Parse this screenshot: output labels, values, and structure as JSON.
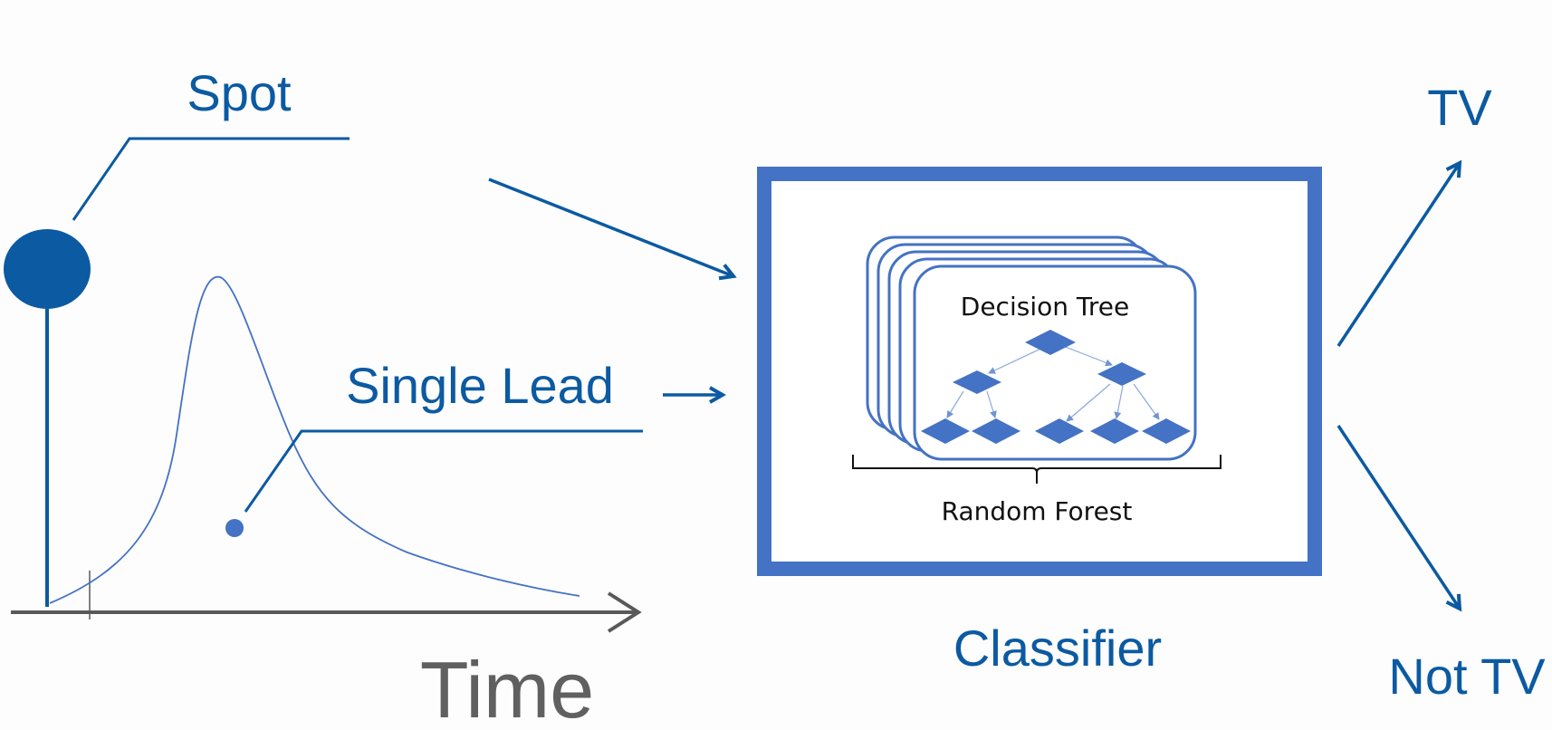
{
  "labels": {
    "spot": "Spot",
    "single_lead": "Single Lead",
    "time": "Time",
    "decision_tree": "Decision Tree",
    "random_forest": "Random Forest",
    "classifier": "Classifier",
    "tv": "TV",
    "not_tv": "Not TV"
  },
  "colors": {
    "primary": "#0b5aa2",
    "classifier_border": "#4472c4",
    "tree_node": "#4472c4",
    "axis": "#595959",
    "text_dark": "#111111",
    "time_text": "#606060"
  },
  "icons": {
    "spot_marker": "filled-circle",
    "single_lead_marker": "small-filled-circle",
    "tree_node": "diamond"
  }
}
